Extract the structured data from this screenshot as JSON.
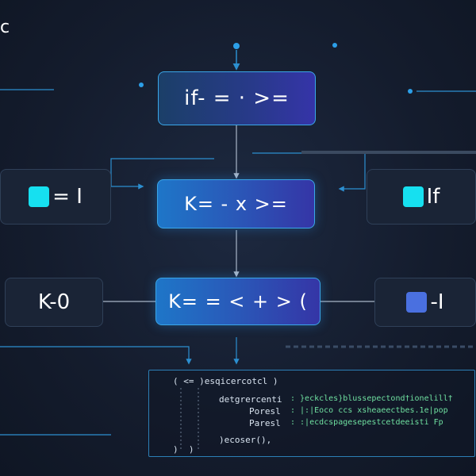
{
  "corner_label": "c",
  "nodes": {
    "top": "if- = · >=",
    "middle": "K= - x >=",
    "bottom": "K= = < + > (",
    "left_top": "= I",
    "right_top": "If",
    "left_bottom": "K-0",
    "right_bottom": "-I"
  },
  "code": {
    "line1": "( <= )esqicercotcl )",
    "line2a": "detgrercenti",
    "line2b": ": }eckcles}blussepectond†ionelill†",
    "line3a": "Poresl",
    "line3b": ": |:|Eoco ccs xsheaeectbes.1e|pop",
    "line4a": "Paresl",
    "line4b": ": :|ecdcspagesepestcetdeeisti Fp",
    "line5": ")ecoser(),",
    "line6": ")  )"
  },
  "colors": {
    "accent_cyan": "#16e0f0",
    "accent_blue": "#4a70e0",
    "line": "#2c8fd0",
    "connector": "#a9b6c8"
  }
}
